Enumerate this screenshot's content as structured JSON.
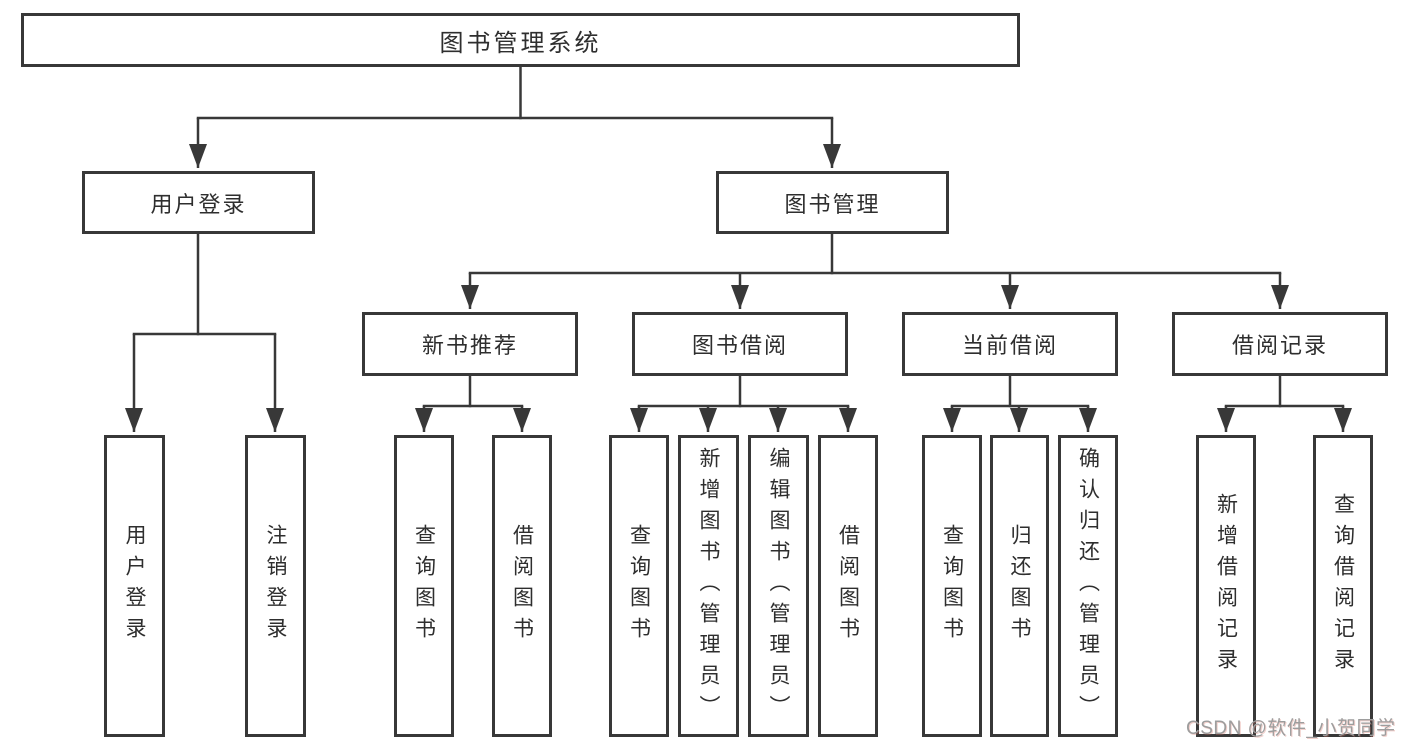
{
  "watermark": "CSDN @软件_小贺同学",
  "colors": {
    "line": "#383838",
    "box_background": "#ffffff",
    "text": "#2e2e2e",
    "watermark": "#9d9d9d"
  },
  "tree": {
    "label": "图书管理系统",
    "children": [
      {
        "label": "用户登录",
        "children": [
          {
            "label": "用户登录"
          },
          {
            "label": "注销登录"
          }
        ]
      },
      {
        "label": "图书管理",
        "children": [
          {
            "label": "新书推荐",
            "children": [
              {
                "label": "查询图书"
              },
              {
                "label": "借阅图书"
              }
            ]
          },
          {
            "label": "图书借阅",
            "children": [
              {
                "label": "查询图书"
              },
              {
                "label": "新增图书（管理员）"
              },
              {
                "label": "编辑图书（管理员）"
              },
              {
                "label": "借阅图书"
              }
            ]
          },
          {
            "label": "当前借阅",
            "children": [
              {
                "label": "查询图书"
              },
              {
                "label": "归还图书"
              },
              {
                "label": "确认归还（管理员）"
              }
            ]
          },
          {
            "label": "借阅记录",
            "children": [
              {
                "label": "新增借阅记录"
              },
              {
                "label": "查询借阅记录"
              }
            ]
          }
        ]
      }
    ]
  }
}
